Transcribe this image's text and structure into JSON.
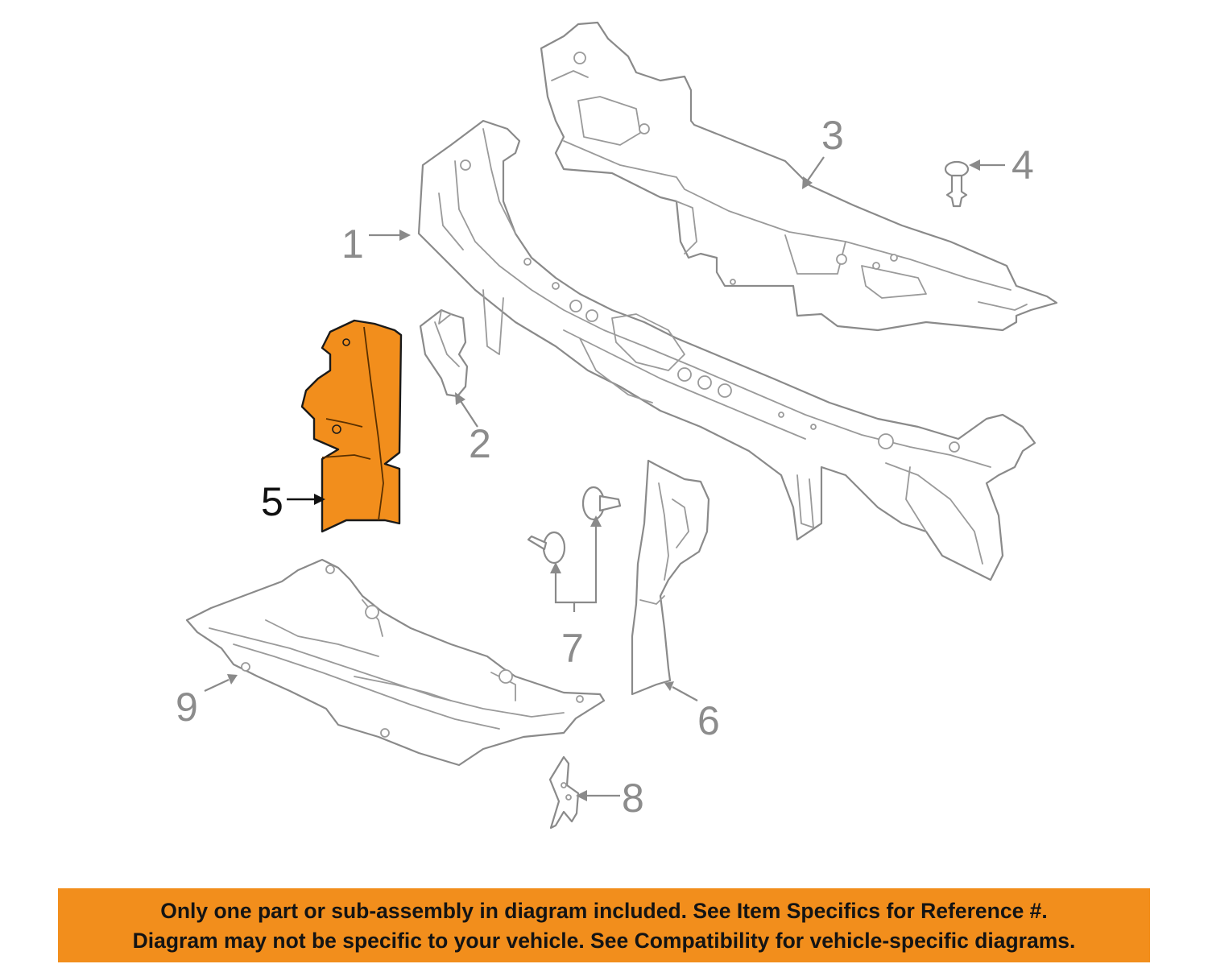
{
  "callouts": {
    "c1": "1",
    "c2": "2",
    "c3": "3",
    "c4": "4",
    "c5": "5",
    "c6": "6",
    "c7": "7",
    "c8": "8",
    "c9": "9"
  },
  "highlighted_part": "5",
  "colors": {
    "highlight": "#f28e1c",
    "banner": "#f28e1c",
    "line_art": "#8a8a8a"
  },
  "notice": {
    "line1": "Only one part or sub-assembly in diagram included. See Item Specifics for Reference #.",
    "line2": "Diagram may not be specific to your vehicle. See Compatibility for vehicle-specific diagrams."
  }
}
